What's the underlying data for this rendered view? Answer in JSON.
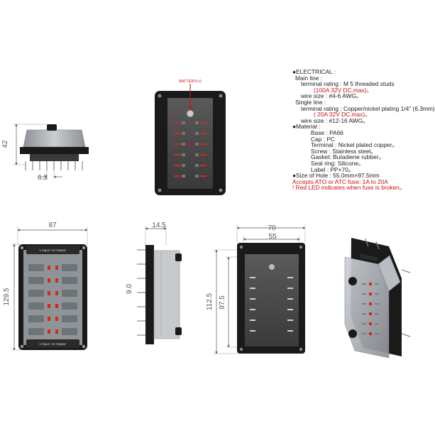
{
  "top_view": {
    "battery_label": "BATTERY(+)",
    "center_text": "SCREWS"
  },
  "side_view": {
    "dim_height": "42",
    "dim_pitch": "6.3"
  },
  "front_view": {
    "dim_width": "87",
    "dim_height": "129.5",
    "label_top": "1 Input / 12 Output",
    "label_bottom": "1 Input / 12 Output"
  },
  "profile_view": {
    "dim_depth": "14.5",
    "dim_stud": "9.0"
  },
  "cutout_view": {
    "dim_outer_width": "70",
    "dim_inner_width": "55",
    "dim_outer_height": "112.5",
    "dim_inner_height": "97.5"
  },
  "spec": {
    "lines": [
      {
        "text": "●ELECTRICAL :",
        "indent": 0,
        "red": false
      },
      {
        "text": "Main line :",
        "indent": 1,
        "red": false
      },
      {
        "text": "terminal rating : M 5 threaded studs",
        "indent": 2,
        "red": false
      },
      {
        "text": "(100A 32V DC.max)。",
        "indent": 3,
        "red": true
      },
      {
        "text": "wire size : #4-6 AWG。",
        "indent": 2,
        "red": false
      },
      {
        "text": "Single line :",
        "indent": 1,
        "red": false
      },
      {
        "text": "terminal rating : Copper/nickel plating 1/4\" (6.3mm)",
        "indent": 2,
        "red": false
      },
      {
        "text": "( 20A 32V DC.max)。",
        "indent": 3,
        "red": true
      },
      {
        "text": "wire size : #12-16 AWG。",
        "indent": 2,
        "red": false
      },
      {
        "text": "●Material :",
        "indent": 0,
        "red": false
      },
      {
        "text": "Base : PA66",
        "indent": 4,
        "red": false
      },
      {
        "text": "Cap : PC",
        "indent": 4,
        "red": false
      },
      {
        "text": "Terminal : Nickel plated copper。",
        "indent": 4,
        "red": false
      },
      {
        "text": "Screw : Stainless steel。",
        "indent": 4,
        "red": false
      },
      {
        "text": "Gasket: Butadiene rubber。",
        "indent": 4,
        "red": false
      },
      {
        "text": "Seal ring: Silicone。",
        "indent": 4,
        "red": false
      },
      {
        "text": "Label : PP×70。",
        "indent": 4,
        "red": false
      },
      {
        "text": "●Size of Hole : 55.0mm×97.5mm",
        "indent": 0,
        "red": false
      },
      {
        "text": "Accepts ATO or ATC fuse: 1A to 20A",
        "indent": 0,
        "red": true
      },
      {
        "text": "! Red LED indicates when fuse is broken。",
        "indent": 0,
        "red": true
      }
    ]
  },
  "colors": {
    "body": "#1a1a1a",
    "led_red": "#d42a1a",
    "dim_line": "#555555",
    "cover": "#b9bcc0",
    "slot": "#777777"
  }
}
